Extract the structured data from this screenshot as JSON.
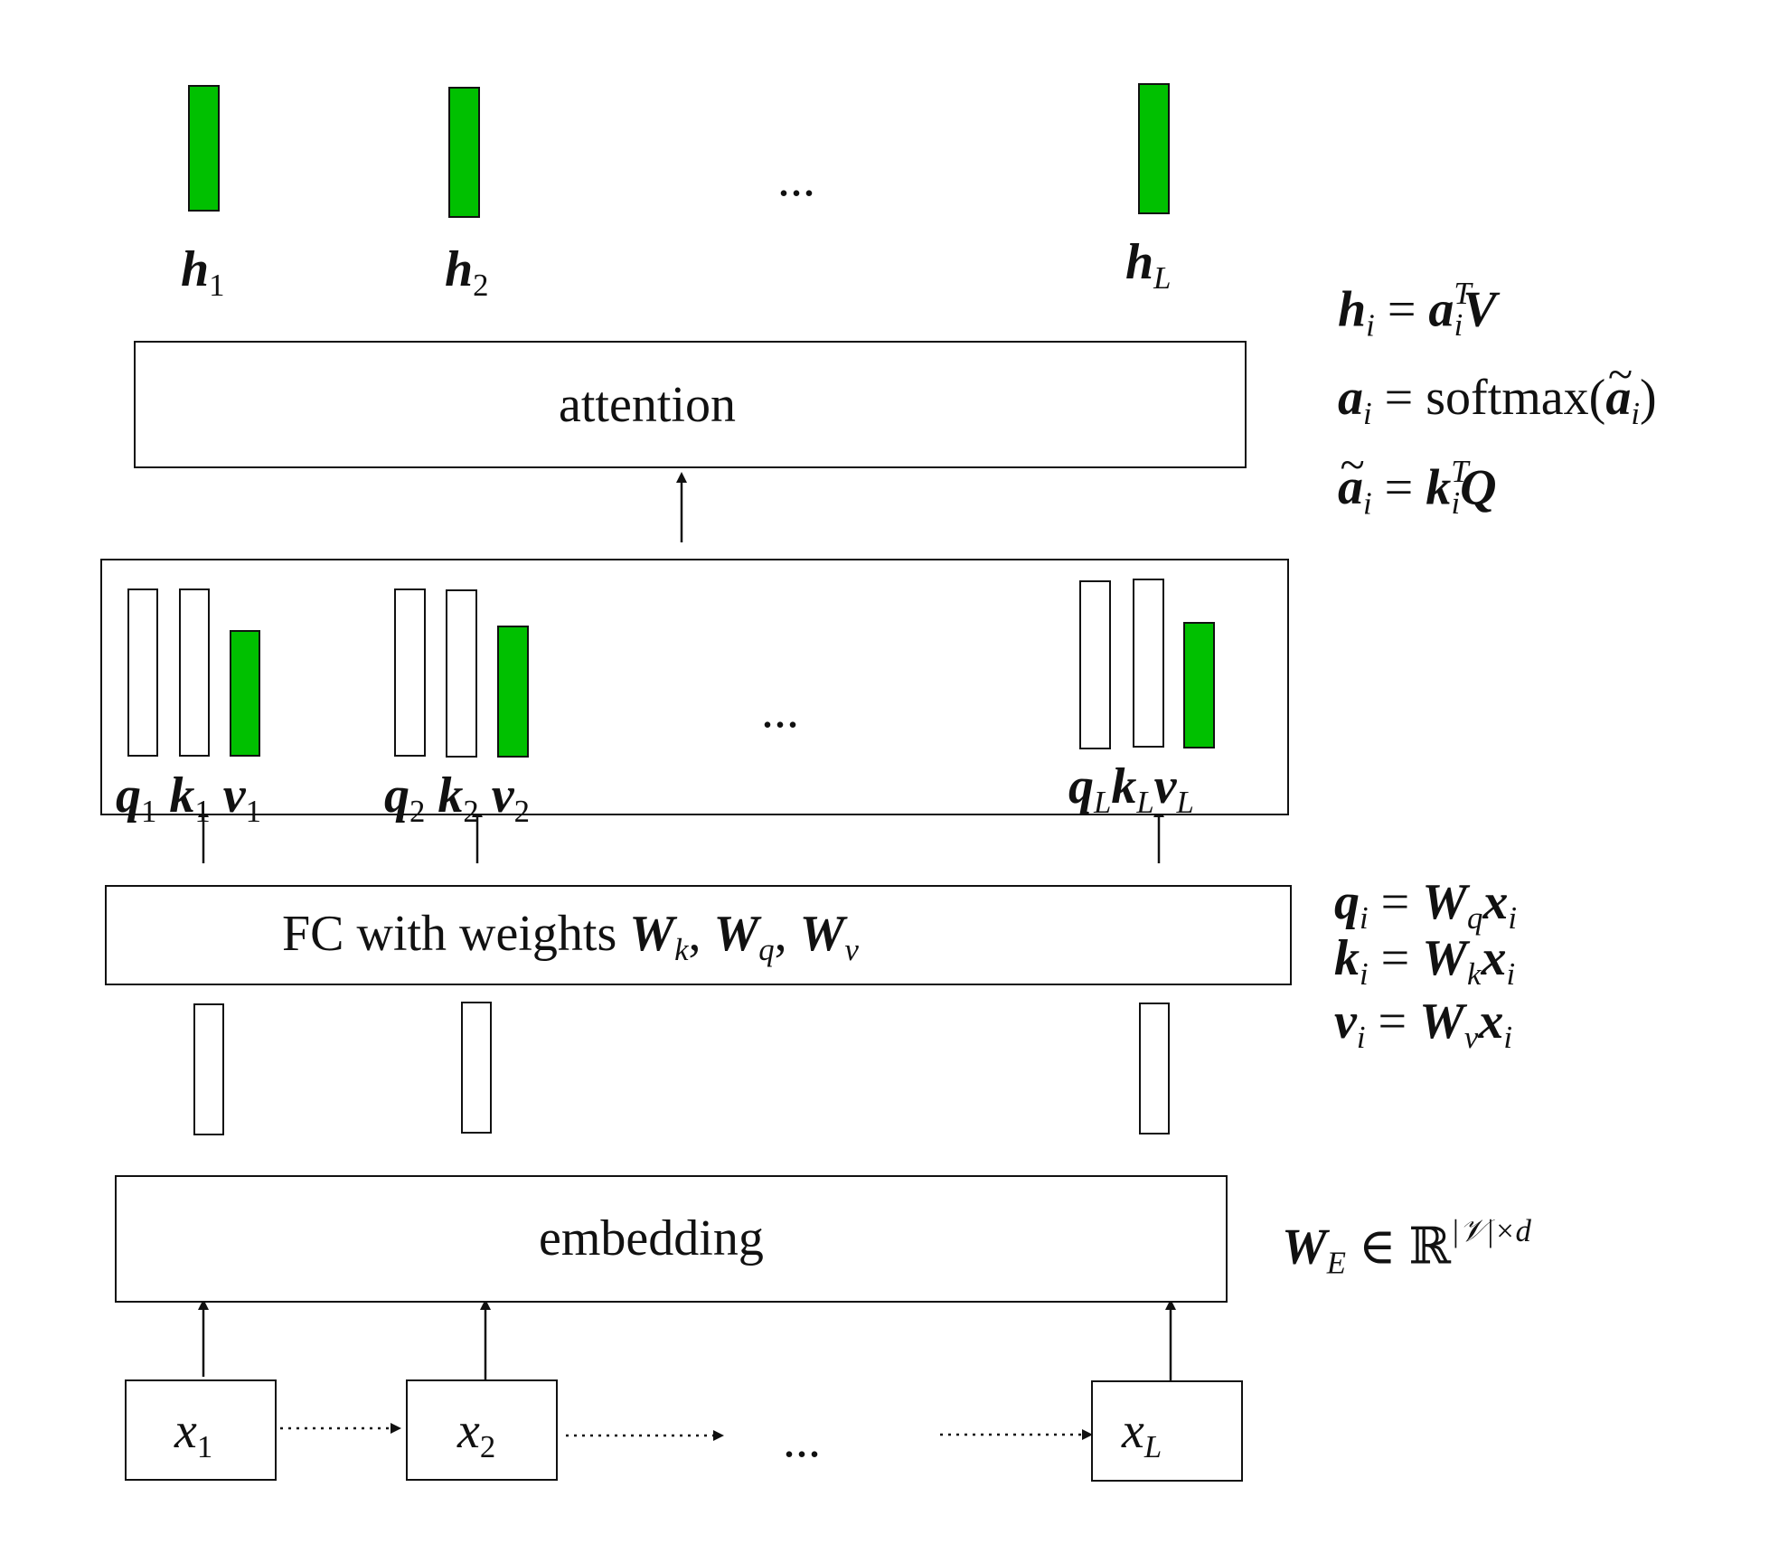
{
  "colors": {
    "accent": "#00c000",
    "stroke": "#111111"
  },
  "outputs": {
    "h1": "h",
    "h1_sub": "1",
    "h2": "h",
    "h2_sub": "2",
    "hL": "h",
    "hL_sub": "L",
    "ellipsis": "..."
  },
  "attention": {
    "label": "attention"
  },
  "qkv": {
    "ellipsis": "...",
    "groups": [
      {
        "q": "q",
        "k": "k",
        "v": "v",
        "sub": "1"
      },
      {
        "q": "q",
        "k": "k",
        "v": "v",
        "sub": "2"
      },
      {
        "q": "q",
        "k": "k",
        "v": "v",
        "sub": "L"
      }
    ]
  },
  "fc": {
    "label_prefix": "FC with weights",
    "w": "W",
    "sub_k": "k",
    "sub_q": "q",
    "sub_v": "v",
    "comma": ","
  },
  "embedding": {
    "label": "embedding"
  },
  "inputs": {
    "x": "x",
    "sub1": "1",
    "sub2": "2",
    "subL": "L",
    "ellipsis": "..."
  },
  "equations": {
    "h": {
      "lhs": "h",
      "lhs_sub": "i",
      "eq": "=",
      "a": "a",
      "a_sub": "i",
      "a_sup": "T",
      "rhs": "V"
    },
    "a": {
      "lhs": "a",
      "lhs_sub": "i",
      "eq": "=",
      "fn": "softmax(",
      "arg": "a",
      "arg_sub": "i",
      "close": ")"
    },
    "atilde": {
      "lhs": "a",
      "lhs_sub": "i",
      "eq": "=",
      "k": "k",
      "k_sub": "i",
      "k_sup": "T",
      "rhs": "Q"
    },
    "q": {
      "lhs": "q",
      "lhs_sub": "i",
      "eq": "=",
      "w": "W",
      "w_sub": "q",
      "x": "x",
      "x_sub": "i"
    },
    "k": {
      "lhs": "k",
      "lhs_sub": "i",
      "eq": "=",
      "w": "W",
      "w_sub": "k",
      "x": "x",
      "x_sub": "i"
    },
    "v": {
      "lhs": "v",
      "lhs_sub": "i",
      "eq": "=",
      "w": "W",
      "w_sub": "v",
      "x": "x",
      "x_sub": "i"
    },
    "we": {
      "w": "W",
      "w_sub": "E",
      "in": "∈",
      "R": "ℝ",
      "sup": "|𝒱|×d"
    }
  }
}
